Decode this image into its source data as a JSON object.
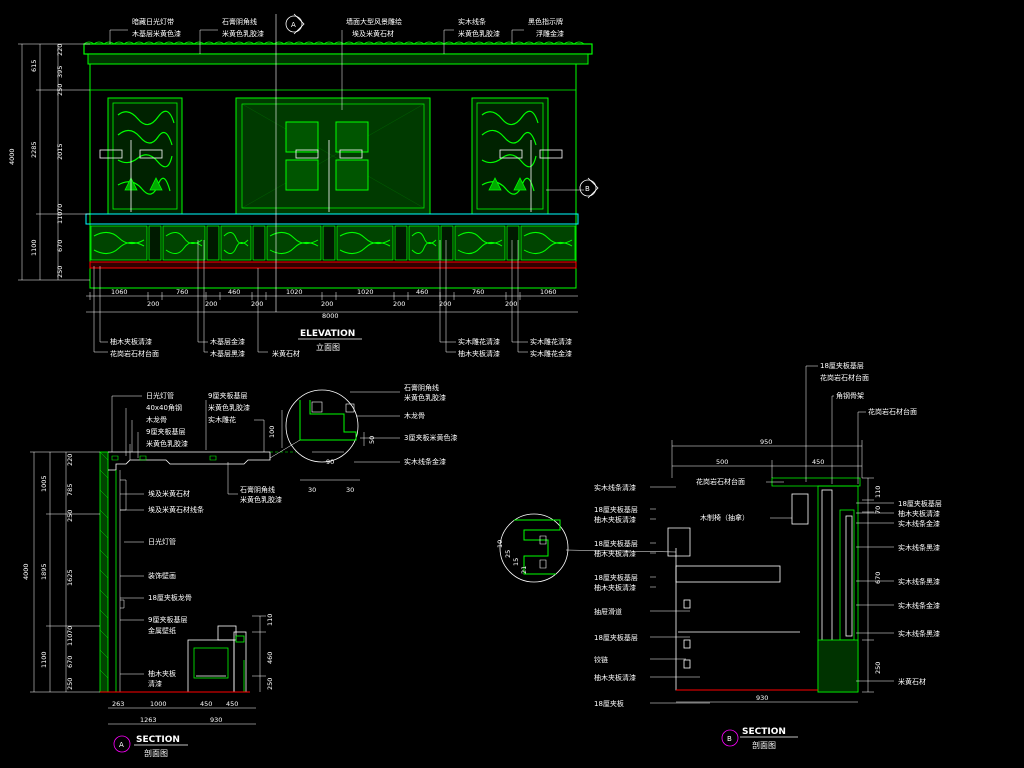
{
  "elevation": {
    "title": "ELEVATION",
    "subtitle": "立面图",
    "top_labels": [
      [
        "暗藏日光灯带",
        "木基层米黄色漆"
      ],
      [
        "石膏阴角线",
        "米黄色乳胶漆"
      ],
      [
        "墙面大型风景雕绘",
        "埃及米黄石材"
      ],
      [
        "实木线条",
        "米黄色乳胶漆"
      ],
      [
        "黑色指示牌",
        "浮雕金漆"
      ]
    ],
    "bottom_labels_left": [
      [
        "柚木夹板清漆",
        "花岗岩石材台面"
      ],
      [
        "木基层金漆",
        "木基层黑漆"
      ],
      [
        "米黄石材"
      ]
    ],
    "bottom_labels_right": [
      [
        "实木雕花清漆",
        "柚木夹板清漆"
      ],
      [
        "实木雕花清漆",
        "实木雕花金漆"
      ]
    ],
    "dims_bottom": [
      "1060",
      "200",
      "760",
      "200",
      "460",
      "200",
      "1020",
      "200",
      "1020",
      "200",
      "460",
      "200",
      "760",
      "200",
      "1060"
    ],
    "dim_total": "8000",
    "dims_left_outer": [
      "615",
      "2285",
      "1100"
    ],
    "dims_left_total": "4000",
    "dims_left_inner": [
      "220",
      "395",
      "250",
      "2015",
      "70",
      "110",
      "670",
      "250"
    ],
    "marker_a": "A",
    "marker_b": "B"
  },
  "section_a": {
    "title": "SECTION",
    "subtitle": "剖面图",
    "marker": "A",
    "labels_left": [
      "日光灯管",
      "40x40角钢",
      "木龙骨",
      "9厘夹板基层",
      "米黄色乳胶漆"
    ],
    "labels_mid": [
      "埃及米黄石材",
      "埃及米黄石材线条",
      "日光灯管",
      "装饰壁画",
      "18厘夹板龙骨",
      "9厘夹板基层",
      "金属壁纸",
      "柚木夹板",
      "清漆"
    ],
    "labels_top": [
      "9厘夹板基层",
      "米黄色乳胶漆",
      "实木雕花"
    ],
    "labels_detail": [
      "石膏阴角线",
      "米黄色乳胶漆",
      "木龙骨",
      "3厘夹板米黄色漆",
      "实木线条金漆"
    ],
    "labels_ceiling": [
      "石膏阴角线",
      "米黄色乳胶漆"
    ],
    "dims_left_outer": [
      "1005",
      "1895",
      "1100"
    ],
    "dims_left_total": "4000",
    "dims_left_inner": [
      "220",
      "785",
      "250",
      "1625",
      "70",
      "110",
      "670",
      "250"
    ],
    "dims_bottom": [
      "263",
      "1000",
      "450",
      "450"
    ],
    "dims_bottom2": [
      "1263",
      "930"
    ],
    "dims_right": [
      "110",
      "460",
      "250"
    ],
    "detail_dims": [
      "100",
      "50",
      "90",
      "30",
      "30"
    ]
  },
  "section_b": {
    "title": "SECTION",
    "subtitle": "剖面图",
    "marker": "B",
    "labels_top": [
      "18厘夹板基层",
      "花岗岩石材台面",
      "角钢骨架",
      "花岗岩石材台面"
    ],
    "labels_left": [
      "实木线条清漆",
      "18厘夹板基层",
      "柚木夹板清漆",
      "18厘夹板基层",
      "柚木夹板清漆",
      "18厘夹板基层",
      "柚木夹板清漆",
      "抽屉滑道",
      "18厘夹板基层",
      "铰链",
      "柚木夹板清漆",
      "18厘夹板"
    ],
    "labels_inner": [
      "花岗岩石材台面",
      "木制椅（抽拿）"
    ],
    "labels_right": [
      "18厘夹板基层",
      "柚木夹板清漆",
      "实木线条金漆",
      "实木线条黑漆",
      "实木线条黑漆",
      "实木线条金漆",
      "实木线条黑漆",
      "米黄石材"
    ],
    "dims_top": [
      "950",
      "500",
      "450"
    ],
    "dims_bottom": "930",
    "dims_right": [
      "110",
      "70",
      "670",
      "250"
    ],
    "detail_dims": [
      "10",
      "25",
      "15",
      "21"
    ]
  },
  "colors": {
    "background": "#000000",
    "green": "#00ff00",
    "white": "#ffffff",
    "yellow": "#ffff00",
    "red": "#ff0000",
    "magenta": "#ff00ff",
    "cyan": "#00ffff"
  }
}
